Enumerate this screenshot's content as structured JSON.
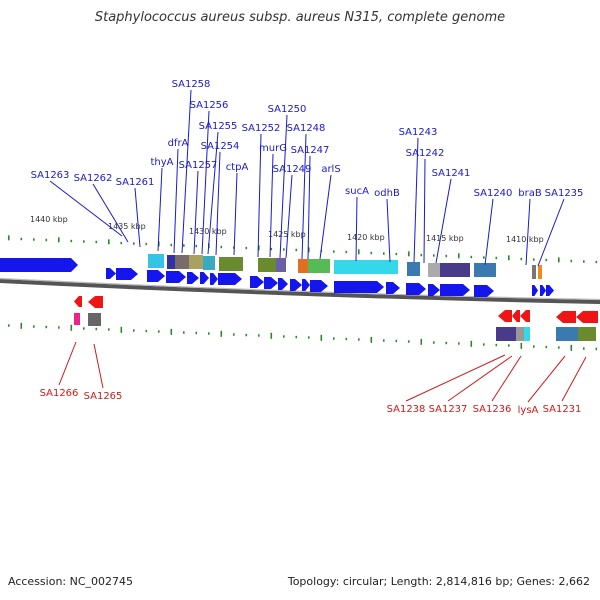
{
  "title": "Staphylococcus aureus subsp. aureus N315, complete genome",
  "footer": {
    "accession": "Accession: NC_002745",
    "stats": "Topology: circular; Length: 2,814,816 bp; Genes: 2,662"
  },
  "colors": {
    "forward_gene": "#1515ee",
    "reverse_gene": "#ee1515",
    "forward_label": "#1a1ad0",
    "reverse_label": "#d01a1a",
    "backbone": "#666666",
    "tick": "#2a8a2a"
  },
  "scale_labels": [
    "1440 kbp",
    "1435 kbp",
    "1430 kbp",
    "1425 kbp",
    "1420 kbp",
    "1415 kbp",
    "1410 kbp"
  ],
  "forward_labels": [
    "SA1263",
    "SA1262",
    "SA1261",
    "thyA",
    "dfrA",
    "SA1258",
    "SA1257",
    "SA1256",
    "SA1255",
    "SA1254",
    "ctpA",
    "SA1252",
    "murG",
    "SA1250",
    "SA1249",
    "SA1248",
    "SA1247",
    "arlS",
    "sucA",
    "odhB",
    "SA1243",
    "SA1242",
    "SA1241",
    "SA1240",
    "braB",
    "SA1235"
  ],
  "reverse_labels": [
    "SA1266",
    "SA1265",
    "SA1238",
    "SA1237",
    "SA1236",
    "lysA",
    "SA1231"
  ]
}
